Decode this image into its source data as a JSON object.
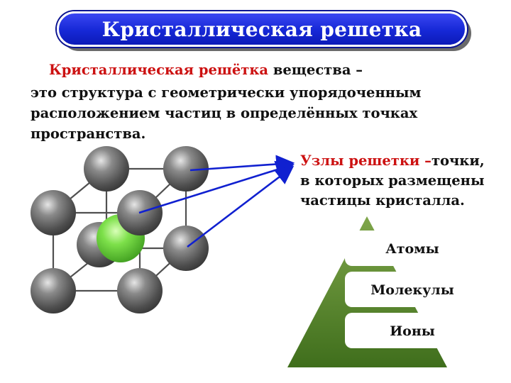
{
  "title": "Кристаллическая решетка",
  "definition": {
    "term": "Кристаллическая решётка",
    "line1_rest": " вещества –",
    "rest": "это структура с геометрически упорядоченным расположением частиц в определённых точках пространства."
  },
  "nodes": {
    "term": "Узлы решетки –",
    "line1_rest": "точки,",
    "rest": "в которых размещены частицы кристалла."
  },
  "pyramid": {
    "levels": [
      "Атомы",
      "Молекулы",
      "Ионы"
    ]
  },
  "colors": {
    "title_bg": "#1628d6",
    "accent_red": "#cc1111",
    "arrow_blue": "#1020d0",
    "pyramid_green": "#4a7a22",
    "atom_gray": "#6e6e6e",
    "center_green": "#7de04a"
  }
}
